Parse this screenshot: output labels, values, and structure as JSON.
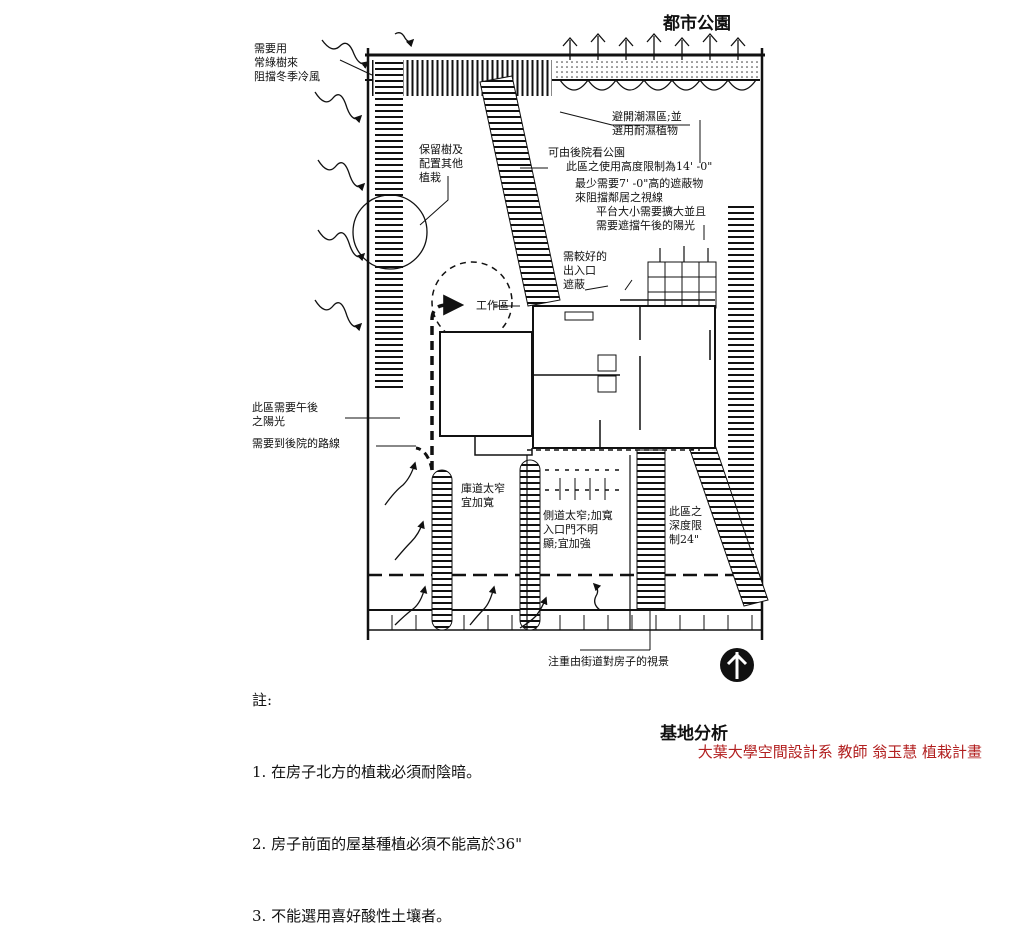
{
  "titles": {
    "park": "都市公園",
    "site": "基地分析"
  },
  "labels": {
    "windbreak": "需要用\n常綠樹來\n阻擋冬季冷風",
    "keep_trees": "保留樹及\n配置其他\n植栽",
    "wet_area": "避開潮濕區;並\n選用耐濕植物",
    "park_view": "可由後院看公園",
    "height_limit": "此區之使用高度限制為14' -0\"",
    "screen": "最少需要7' -0\"高的遮蔽物\n來阻擋鄰居之視線",
    "terrace": "平台大小需要擴大並且\n需要遮擋午後的陽光",
    "entry_shade": "需較好的\n出入口\n遮蔽",
    "work_area": "工作區",
    "sun": "此區需要午後\n之陽光",
    "path": "需要到後院的路線",
    "driveway": "庫道太窄\n宜加寬",
    "sidewalk": "側道太窄;加寬\n入口門不明\n顯;宜加強",
    "depth_limit": "此區之\n深度限\n制24\"",
    "street_view": "注重由街道對房子的視景"
  },
  "notes": {
    "heading": "註:",
    "items": [
      "1. 在房子北方的植栽必須耐陰暗。",
      "2. 房子前面的屋基種植必須不能高於36\"",
      "3. 不能選用喜好酸性土壤者。"
    ]
  },
  "footer": "大葉大學空間設計系 教師 翁玉慧 植栽計畫",
  "colors": {
    "ink": "#111111",
    "footer": "#b21f1f"
  }
}
